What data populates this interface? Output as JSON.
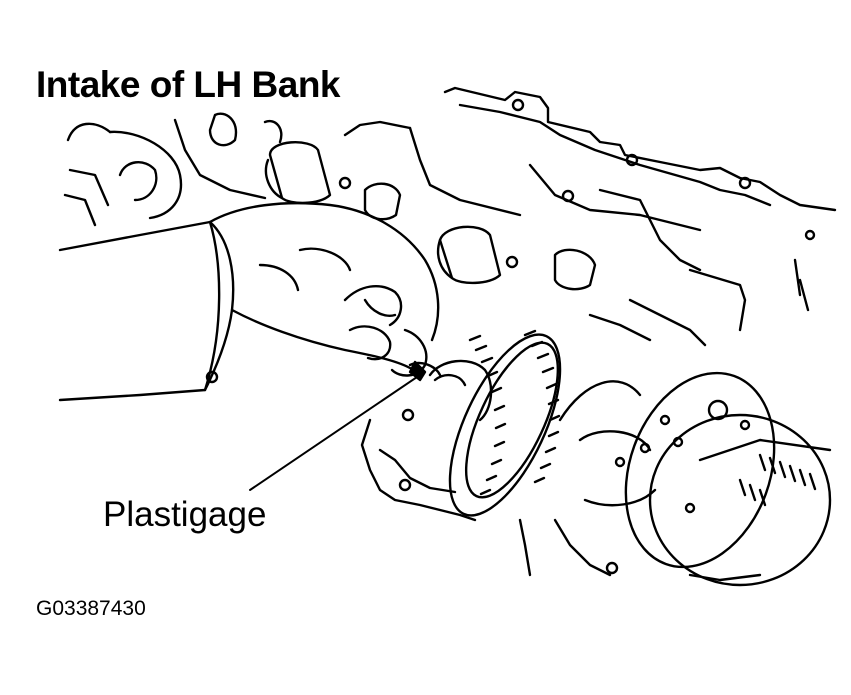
{
  "figure": {
    "title": "Intake of LH Bank",
    "callout_label": "Plastigage",
    "figure_code": "G03387430"
  }
}
